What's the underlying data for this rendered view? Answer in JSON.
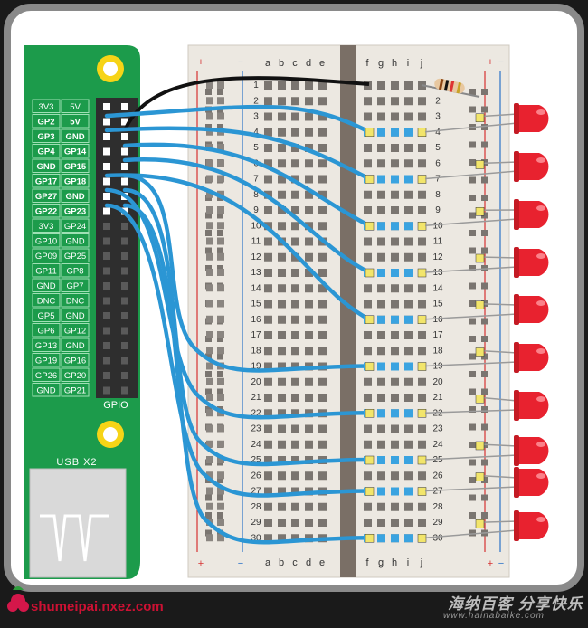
{
  "gpio_labels": [
    [
      "3V3",
      "5V"
    ],
    [
      "GP2",
      "5V"
    ],
    [
      "GP3",
      "GND"
    ],
    [
      "GP4",
      "GP14"
    ],
    [
      "GND",
      "GP15"
    ],
    [
      "GP17",
      "GP18"
    ],
    [
      "GP27",
      "GND"
    ],
    [
      "GP22",
      "GP23"
    ],
    [
      "3V3",
      "GP24"
    ],
    [
      "GP10",
      "GND"
    ],
    [
      "GP09",
      "GP25"
    ],
    [
      "GP11",
      "GP8"
    ],
    [
      "GND",
      "GP7"
    ],
    [
      "DNC",
      "DNC"
    ],
    [
      "GP5",
      "GND"
    ],
    [
      "GP6",
      "GP12"
    ],
    [
      "GP13",
      "GND"
    ],
    [
      "GP19",
      "GP16"
    ],
    [
      "GP26",
      "GP20"
    ],
    [
      "GND",
      "GP21"
    ]
  ],
  "gpio_bold_rows": [
    1,
    2,
    3,
    4,
    5,
    6,
    7
  ],
  "gpio_title": "GPIO",
  "usb_label": "USB X2",
  "breadboard": {
    "left_cols": [
      "a",
      "b",
      "c",
      "d",
      "e"
    ],
    "right_cols": [
      "f",
      "g",
      "h",
      "i",
      "j"
    ],
    "row_count": 30,
    "rail_plus": "+",
    "rail_minus": "−"
  },
  "leds": {
    "count": 10,
    "color": "#e8222f",
    "target_rows": [
      4,
      7,
      10,
      13,
      16,
      19,
      22,
      25,
      27,
      30
    ]
  },
  "colors": {
    "pi_green": "#1c9b4b",
    "board": "#ece8e1",
    "wire_blue": "#2b96d4",
    "wire_black": "#111111",
    "frame": "#ffffff"
  },
  "footer": {
    "left_text": "shumeipai.nxez.com",
    "right_text": "海纳百客 分享快乐",
    "right_sub": "www.hainabaike.com"
  }
}
